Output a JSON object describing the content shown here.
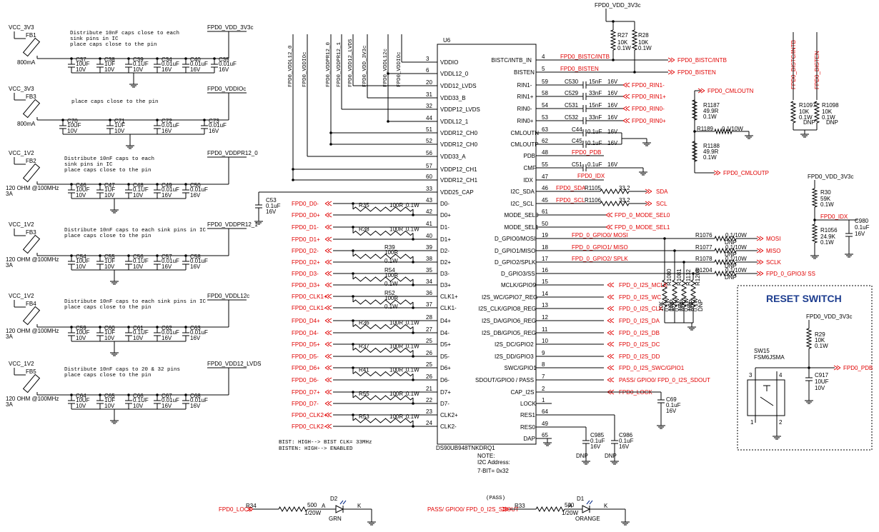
{
  "ic": {
    "ref": "U6",
    "part": "DS90UB948TNKDRQ1",
    "left_pins": [
      {
        "n": "3",
        "name": "VDDIO"
      },
      {
        "n": "6",
        "name": "VDDL12_0"
      },
      {
        "n": "20",
        "name": "VDD12_LVDS"
      },
      {
        "n": "31",
        "name": "VDD33_B"
      },
      {
        "n": "32",
        "name": "VDDP12_LVDS"
      },
      {
        "n": "44",
        "name": "VDDL12_1"
      },
      {
        "n": "51",
        "name": "VDDR12_CH0"
      },
      {
        "n": "52",
        "name": "VDDR12_CH0"
      },
      {
        "n": "56",
        "name": "VDD33_A"
      },
      {
        "n": "57",
        "name": "VDDP12_CH1"
      },
      {
        "n": "60",
        "name": "VDDR12_CH1"
      },
      {
        "n": "33",
        "name": "VDD25_CAP"
      },
      {
        "n": "43",
        "name": "D0-"
      },
      {
        "n": "42",
        "name": "D0+"
      },
      {
        "n": "41",
        "name": "D1-"
      },
      {
        "n": "40",
        "name": "D1+"
      },
      {
        "n": "39",
        "name": "D2-"
      },
      {
        "n": "38",
        "name": "D2+"
      },
      {
        "n": "35",
        "name": "D3-"
      },
      {
        "n": "34",
        "name": "D3+"
      },
      {
        "n": "36",
        "name": "CLK1+"
      },
      {
        "n": "37",
        "name": "CLK1-"
      },
      {
        "n": "28",
        "name": "D4+"
      },
      {
        "n": "27",
        "name": "D4-"
      },
      {
        "n": "25",
        "name": "D5+"
      },
      {
        "n": "26",
        "name": "D5-"
      },
      {
        "n": "25",
        "name": "D6+"
      },
      {
        "n": "26",
        "name": "D6-"
      },
      {
        "n": "21",
        "name": "D7+"
      },
      {
        "n": "22",
        "name": "D7-"
      },
      {
        "n": "23",
        "name": "CLK2+"
      },
      {
        "n": "24",
        "name": "CLK2-"
      }
    ],
    "right_pins": [
      {
        "n": "4",
        "name": "BISTC/INTB_IN"
      },
      {
        "n": "5",
        "name": "BISTEN"
      },
      {
        "n": "59",
        "name": "RIN1-"
      },
      {
        "n": "58",
        "name": "RIN1+"
      },
      {
        "n": "54",
        "name": "RIN0-"
      },
      {
        "n": "53",
        "name": "RIN0+"
      },
      {
        "n": "63",
        "name": "CMLOUTN"
      },
      {
        "n": "62",
        "name": "CMLOUTP"
      },
      {
        "n": "48",
        "name": "PDB"
      },
      {
        "n": "55",
        "name": "CMF"
      },
      {
        "n": "47",
        "name": "IDX"
      },
      {
        "n": "46",
        "name": "I2C_SDA"
      },
      {
        "n": "45",
        "name": "I2C_SCL"
      },
      {
        "n": "61",
        "name": "MODE_SEL0"
      },
      {
        "n": "50",
        "name": "MODE_SEL1"
      },
      {
        "n": "19",
        "name": "D_GPIO0/MOSI"
      },
      {
        "n": "18",
        "name": "D_GPIO1/MISO"
      },
      {
        "n": "17",
        "name": "D_GPIO2/SPLK"
      },
      {
        "n": "16",
        "name": "D_GPIO3/SS"
      },
      {
        "n": "15",
        "name": "MCLK/GPIO9"
      },
      {
        "n": "14",
        "name": "I2S_WC/GPIO7_REG"
      },
      {
        "n": "13",
        "name": "I2S_CLK/GPIO8_REG"
      },
      {
        "n": "12",
        "name": "I2S_DA/GPIO6_REG"
      },
      {
        "n": "11",
        "name": "I2S_DB/GPIO5_REG"
      },
      {
        "n": "10",
        "name": "I2S_DC/GPIO2"
      },
      {
        "n": "9",
        "name": "I2S_DD/GPIO3"
      },
      {
        "n": "8",
        "name": "SWC/GPIO1"
      },
      {
        "n": "7",
        "name": "SDOUT/GPIO0 / PASS"
      },
      {
        "n": "2",
        "name": "CAP_I2S"
      },
      {
        "n": "1",
        "name": "LOCK"
      },
      {
        "n": "64",
        "name": "RES1"
      },
      {
        "n": "49",
        "name": "RES0"
      },
      {
        "n": "65",
        "name": "DAP"
      }
    ]
  },
  "right_nets": [
    "FPD0_BISTC/INTB",
    "FPD0_BISTEN",
    "FPD0_RIN1-",
    "FPD0_RIN1+",
    "FPD0_RIN0-",
    "FPD0_RIN0+",
    "FPD0_CMLOUTN",
    "FPD0_CMLOUTP",
    "FPD0_PDB",
    "FPD0_IDX",
    "SDA",
    "SCL",
    "FPD_0_MODE_SEL0",
    "FPD_0_MODE_SEL1",
    "MOSI",
    "MISO",
    "SCLK",
    "FPD_0_GPIO3/ SS",
    "FPD_0_I2S_MCLK",
    "FPD_0_I2S_WC",
    "FPD_0_I2S_CLK",
    "FPD_0_I2S_DA",
    "FPD_0_I2S_DB",
    "FPD_0_I2S_DC",
    "FPD_0_I2S_DD",
    "FPD_0_I2S_SWC/GPIO1",
    "PASS/ GPIO0/ FPD_0_I2S_SDOUT",
    "FPD0_LOCK"
  ],
  "right_inner_labels": [
    "FPD0_BISTC/INTB",
    "FPD0_BISTEN",
    "FPD0_PDB",
    "FPD0_IDX",
    "FPD0_SDA",
    "FPD0_SCL",
    "FPD_0_GPIO0/ MOSI",
    "FPD_0_GPIO1/ MISO",
    "FPD_0_GPIO2/ SPLK"
  ],
  "left_nets": [
    "FPD0_D0-",
    "FPD0_D0+",
    "FPD0_D1-",
    "FPD0_D1+",
    "FPD0_D2-",
    "FPD0_D2+",
    "FPD0_D3-",
    "FPD0_D3+",
    "FPD0_CLK1+",
    "FPD0_CLK1-",
    "FPD0_D4+",
    "FPD0_D4-",
    "FPD0_D5+",
    "FPD0_D5-",
    "FPD0_D6+",
    "FPD0_D6-",
    "FPD0_D7+",
    "FPD0_D7-",
    "FPD0_CLK2+",
    "FPD0_CLK2-"
  ],
  "series_res": [
    {
      "ref": "R35",
      "val": "100R",
      "pw": "0.1W"
    },
    {
      "ref": "R38",
      "val": "100R",
      "pw": "0.1W"
    },
    {
      "ref": "R39",
      "val": "100R",
      "pw": "0.1W"
    },
    {
      "ref": "R54",
      "val": "100R",
      "pw": "0.1W"
    },
    {
      "ref": "R52",
      "val": "100R",
      "pw": "0.1W"
    },
    {
      "ref": "R36",
      "val": "100R",
      "pw": "0.1W"
    },
    {
      "ref": "R37",
      "val": "100R",
      "pw": "0.1W"
    },
    {
      "ref": "R41",
      "val": "100R",
      "pw": "0.1W"
    },
    {
      "ref": "R55",
      "val": "100R",
      "pw": "0.1W"
    },
    {
      "ref": "R53",
      "val": "100R",
      "pw": "0.1W"
    }
  ],
  "vertical_nets": [
    "FPD0_VDDL12_0",
    "FPD0_VDDIOc",
    "FPD0_VDDPR12_0",
    "FPD0_VDDPR12_1",
    "FPD0_VDD12_LVDS",
    "FPD0_VDD_3V3c",
    "FPD0_VDDL12c",
    "FPD0_VDDIOc"
  ],
  "rin_caps": [
    {
      "ref": "C530",
      "val": "15nF",
      "v": "16V"
    },
    {
      "ref": "C529",
      "val": "33nF",
      "v": "16V"
    },
    {
      "ref": "C531",
      "val": "15nF",
      "v": "16V"
    },
    {
      "ref": "C532",
      "val": "33nF",
      "v": "16V"
    },
    {
      "ref": "C44",
      "val": "0.1uF",
      "v": "16V"
    },
    {
      "ref": "C45",
      "val": "0.1uF",
      "v": "16V"
    },
    {
      "ref": "C51",
      "val": "0.1uF",
      "v": "16V"
    }
  ],
  "i2c_res": [
    {
      "ref": "R1105",
      "val": "33.2"
    },
    {
      "ref": "R1106",
      "val": "33.2"
    }
  ],
  "gpio_res": [
    {
      "ref": "R1076",
      "val": "0 1/10W",
      "note": "DNP"
    },
    {
      "ref": "R1077",
      "val": "0 1/10W",
      "note": "DNP"
    },
    {
      "ref": "R1078",
      "val": "0 1/10W",
      "note": "DNP"
    },
    {
      "ref": "R1204",
      "val": "0 1/10W",
      "note": "DNP"
    }
  ],
  "pulldowns": [
    "R1080",
    "R1081",
    "R1132",
    "R1200"
  ],
  "pulldown_vals": {
    "val": "10K",
    "pw": "0.1W",
    "dnp": "DNP"
  },
  "cml": {
    "r1187": [
      "R1187",
      "49.9R",
      "0.1W"
    ],
    "r1188": [
      "R1188",
      "49.9R",
      "0.1W"
    ],
    "r1189": [
      "R1189",
      "0 1/10W"
    ]
  },
  "top": {
    "net": "FPD0_VDD_3V3c",
    "r27": [
      "R27",
      "10K",
      "0.1W"
    ],
    "r28": [
      "R28",
      "10K",
      "0.1W"
    ]
  },
  "top_right": {
    "bist_nets": [
      "FPD0_BISTC/INTB",
      "FPD0_BISTEN"
    ],
    "r1097": [
      "R1097",
      "10K",
      "0.1W",
      "DNP"
    ],
    "r1098": [
      "R1098",
      "10K",
      "0.1W",
      "DNP"
    ]
  },
  "idx": {
    "net": "FPD0_VDD_3V3c",
    "label": "FPD0_IDX",
    "r30": [
      "R30",
      "59K",
      "0.1W"
    ],
    "r1056": [
      "R1056",
      "24.9K",
      "0.1W"
    ],
    "c980": [
      "C980",
      "0.1uF",
      "16V"
    ]
  },
  "reset": {
    "title": "RESET SWITCH",
    "net": "FPD0_VDD_3V3c",
    "pdb": "FPD0_PDB",
    "r29": [
      "R29",
      "10K",
      "0.1W"
    ],
    "c917": [
      "C917",
      "10UF",
      "10V"
    ],
    "sw": [
      "SW15",
      "FSM6JSMA"
    ],
    "pins": [
      "3",
      "1",
      "4",
      "2"
    ]
  },
  "bottom_caps": [
    {
      "ref": "C69",
      "val": "0.1uF",
      "v": "16V",
      "note": ""
    },
    {
      "ref": "C985",
      "val": "0.1uF",
      "v": "16V",
      "note": "DNP"
    },
    {
      "ref": "C986",
      "val": "0.1uF",
      "v": "16V",
      "note": "DNP"
    }
  ],
  "c53": [
    "C53",
    "0.1uF",
    "16V"
  ],
  "notes": {
    "bist1": "BIST: HIGH--> BIST CLK= 33MHz",
    "bist2": "BISTEN: HIGH--> ENABLED",
    "note": "NOTE:",
    "i2c": "I2C Address:",
    "addr": "7-BIT= 0x32"
  },
  "leds": [
    {
      "net": "FPD0_LOCK",
      "r": "R34",
      "rv": "500",
      "rp": "1/20W",
      "d": "D2",
      "col": "GRN",
      "a": "A",
      "k": "K",
      "tag": ""
    },
    {
      "net": "PASS/ GPIO0/ FPD_0_I2S_SDOUT",
      "r": "R33",
      "rv": "500",
      "rp": "1/20W",
      "d": "D1",
      "col": "ORANGE",
      "a": "A",
      "k": "K",
      "tag": "(PASS)"
    }
  ],
  "power_blocks": [
    {
      "in": "VCC_3V3",
      "fb": "FB1",
      "fbv": "800mA",
      "fbv2": "",
      "out": "FPD0_VDD_3V3c",
      "note": [
        "Distribute 10nF caps close to each",
        "sink pins in IC",
        "place caps close to the pin"
      ],
      "caps": [
        [
          "C37",
          "10UF",
          "10V"
        ],
        [
          "C38",
          "1UF",
          "10V"
        ],
        [
          "C39",
          "0.1UF",
          "10V"
        ],
        [
          "C34",
          "0.01uF",
          "16V"
        ],
        [
          "C40",
          "0.01uF",
          "16V"
        ],
        [
          "C35",
          "0.01uF",
          "16V"
        ]
      ]
    },
    {
      "in": "VCC_3V3",
      "fb": "FB3",
      "fbv": "800mA",
      "fbv2": "",
      "out": "FPD0_VDDIOc",
      "note": [
        "place caps close to the pin"
      ],
      "caps": [
        [
          "C70",
          "10UF",
          "10V"
        ],
        [
          "C71",
          "1UF",
          "10V"
        ],
        [
          "C72",
          "0.01uF",
          "16V"
        ],
        [
          "C73",
          "0.01uF",
          "16V"
        ]
      ]
    },
    {
      "in": "VCC_1V2",
      "fb": "FB2",
      "fbv": "120 OHM @100MHz",
      "fbv2": "3A",
      "out": "FPD0_VDDPR12_0",
      "note": [
        "Distribute 10nF caps to each",
        "sink pins in IC",
        "place caps close to the pin"
      ],
      "caps": [
        [
          "C46",
          "10UF",
          "10V"
        ],
        [
          "C47",
          "1UF",
          "10V"
        ],
        [
          "C48",
          "0.1UF",
          "10V"
        ],
        [
          "C49",
          "0.01uF",
          "16V"
        ],
        [
          "C50",
          "0.01uF",
          "16V"
        ]
      ]
    },
    {
      "in": "VCC_1V2",
      "fb": "FB3",
      "fbv": "120 OHM @100MHz",
      "fbv2": "3A",
      "out": "FPD0_VDDPR12_1",
      "note": [
        "Distribute 10nF caps to each sink pins in IC",
        "place caps close to the pin"
      ],
      "caps": [
        [
          "C54",
          "10UF",
          "10V"
        ],
        [
          "C55",
          "1UF",
          "10V"
        ],
        [
          "C56",
          "0.1UF",
          "10V"
        ],
        [
          "C57",
          "0.01uF",
          "16V"
        ],
        [
          "C58",
          "0.01uF",
          "16V"
        ]
      ]
    },
    {
      "in": "VCC_1V2",
      "fb": "FB4",
      "fbv": "120 OHM @100MHz",
      "fbv2": "3A",
      "out": "FPD0_VDDL12c",
      "note": [
        "Distribute 10nF caps to each sink pins in IC",
        "place caps close to the pin"
      ],
      "caps": [
        [
          "C59",
          "10UF",
          "10V"
        ],
        [
          "C60",
          "1UF",
          "10V"
        ],
        [
          "C61",
          "0.1UF",
          "10V"
        ],
        [
          "C62",
          "0.01uF",
          "16V"
        ],
        [
          "C63",
          "0.01uF",
          "16V"
        ]
      ]
    },
    {
      "in": "VCC_1V2",
      "fb": "FB5",
      "fbv": "120 OHM @100MHz",
      "fbv2": "3A",
      "out": "FPD0_VDD12_LVDS",
      "note": [
        "Distribute 10nF caps to 20 & 32 pins",
        "place caps close to the pin"
      ],
      "caps": [
        [
          "C64",
          "10UF",
          "10V"
        ],
        [
          "C65",
          "1UF",
          "10V"
        ],
        [
          "C66",
          "0.1UF",
          "10V"
        ],
        [
          "C67",
          "0.01uF",
          "16V"
        ],
        [
          "C68",
          "0.01uF",
          "16V"
        ]
      ]
    }
  ]
}
